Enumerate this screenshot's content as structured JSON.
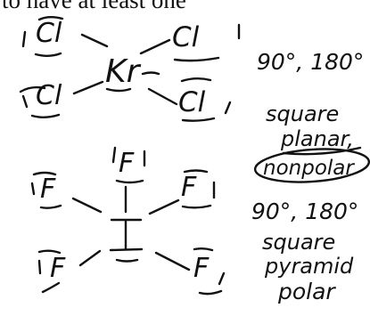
{
  "header": {
    "cut_text": "to have at least one"
  },
  "molecule1": {
    "central_atom": "Kr",
    "ligands": [
      "Cl",
      "Cl",
      "Cl",
      "Cl"
    ],
    "angles": "90°, 180°",
    "geometry_line1": "square",
    "geometry_line2": "planar,",
    "polarity": "nonpolar"
  },
  "molecule2": {
    "central_atom": "I",
    "ligands": [
      "F",
      "F",
      "F",
      "F",
      "F"
    ],
    "angles": "90°, 180°",
    "geometry_line1": "square",
    "geometry_line2": "pyramid",
    "polarity": "polar"
  },
  "colors": {
    "ink": "#111111",
    "background": "#ffffff"
  }
}
